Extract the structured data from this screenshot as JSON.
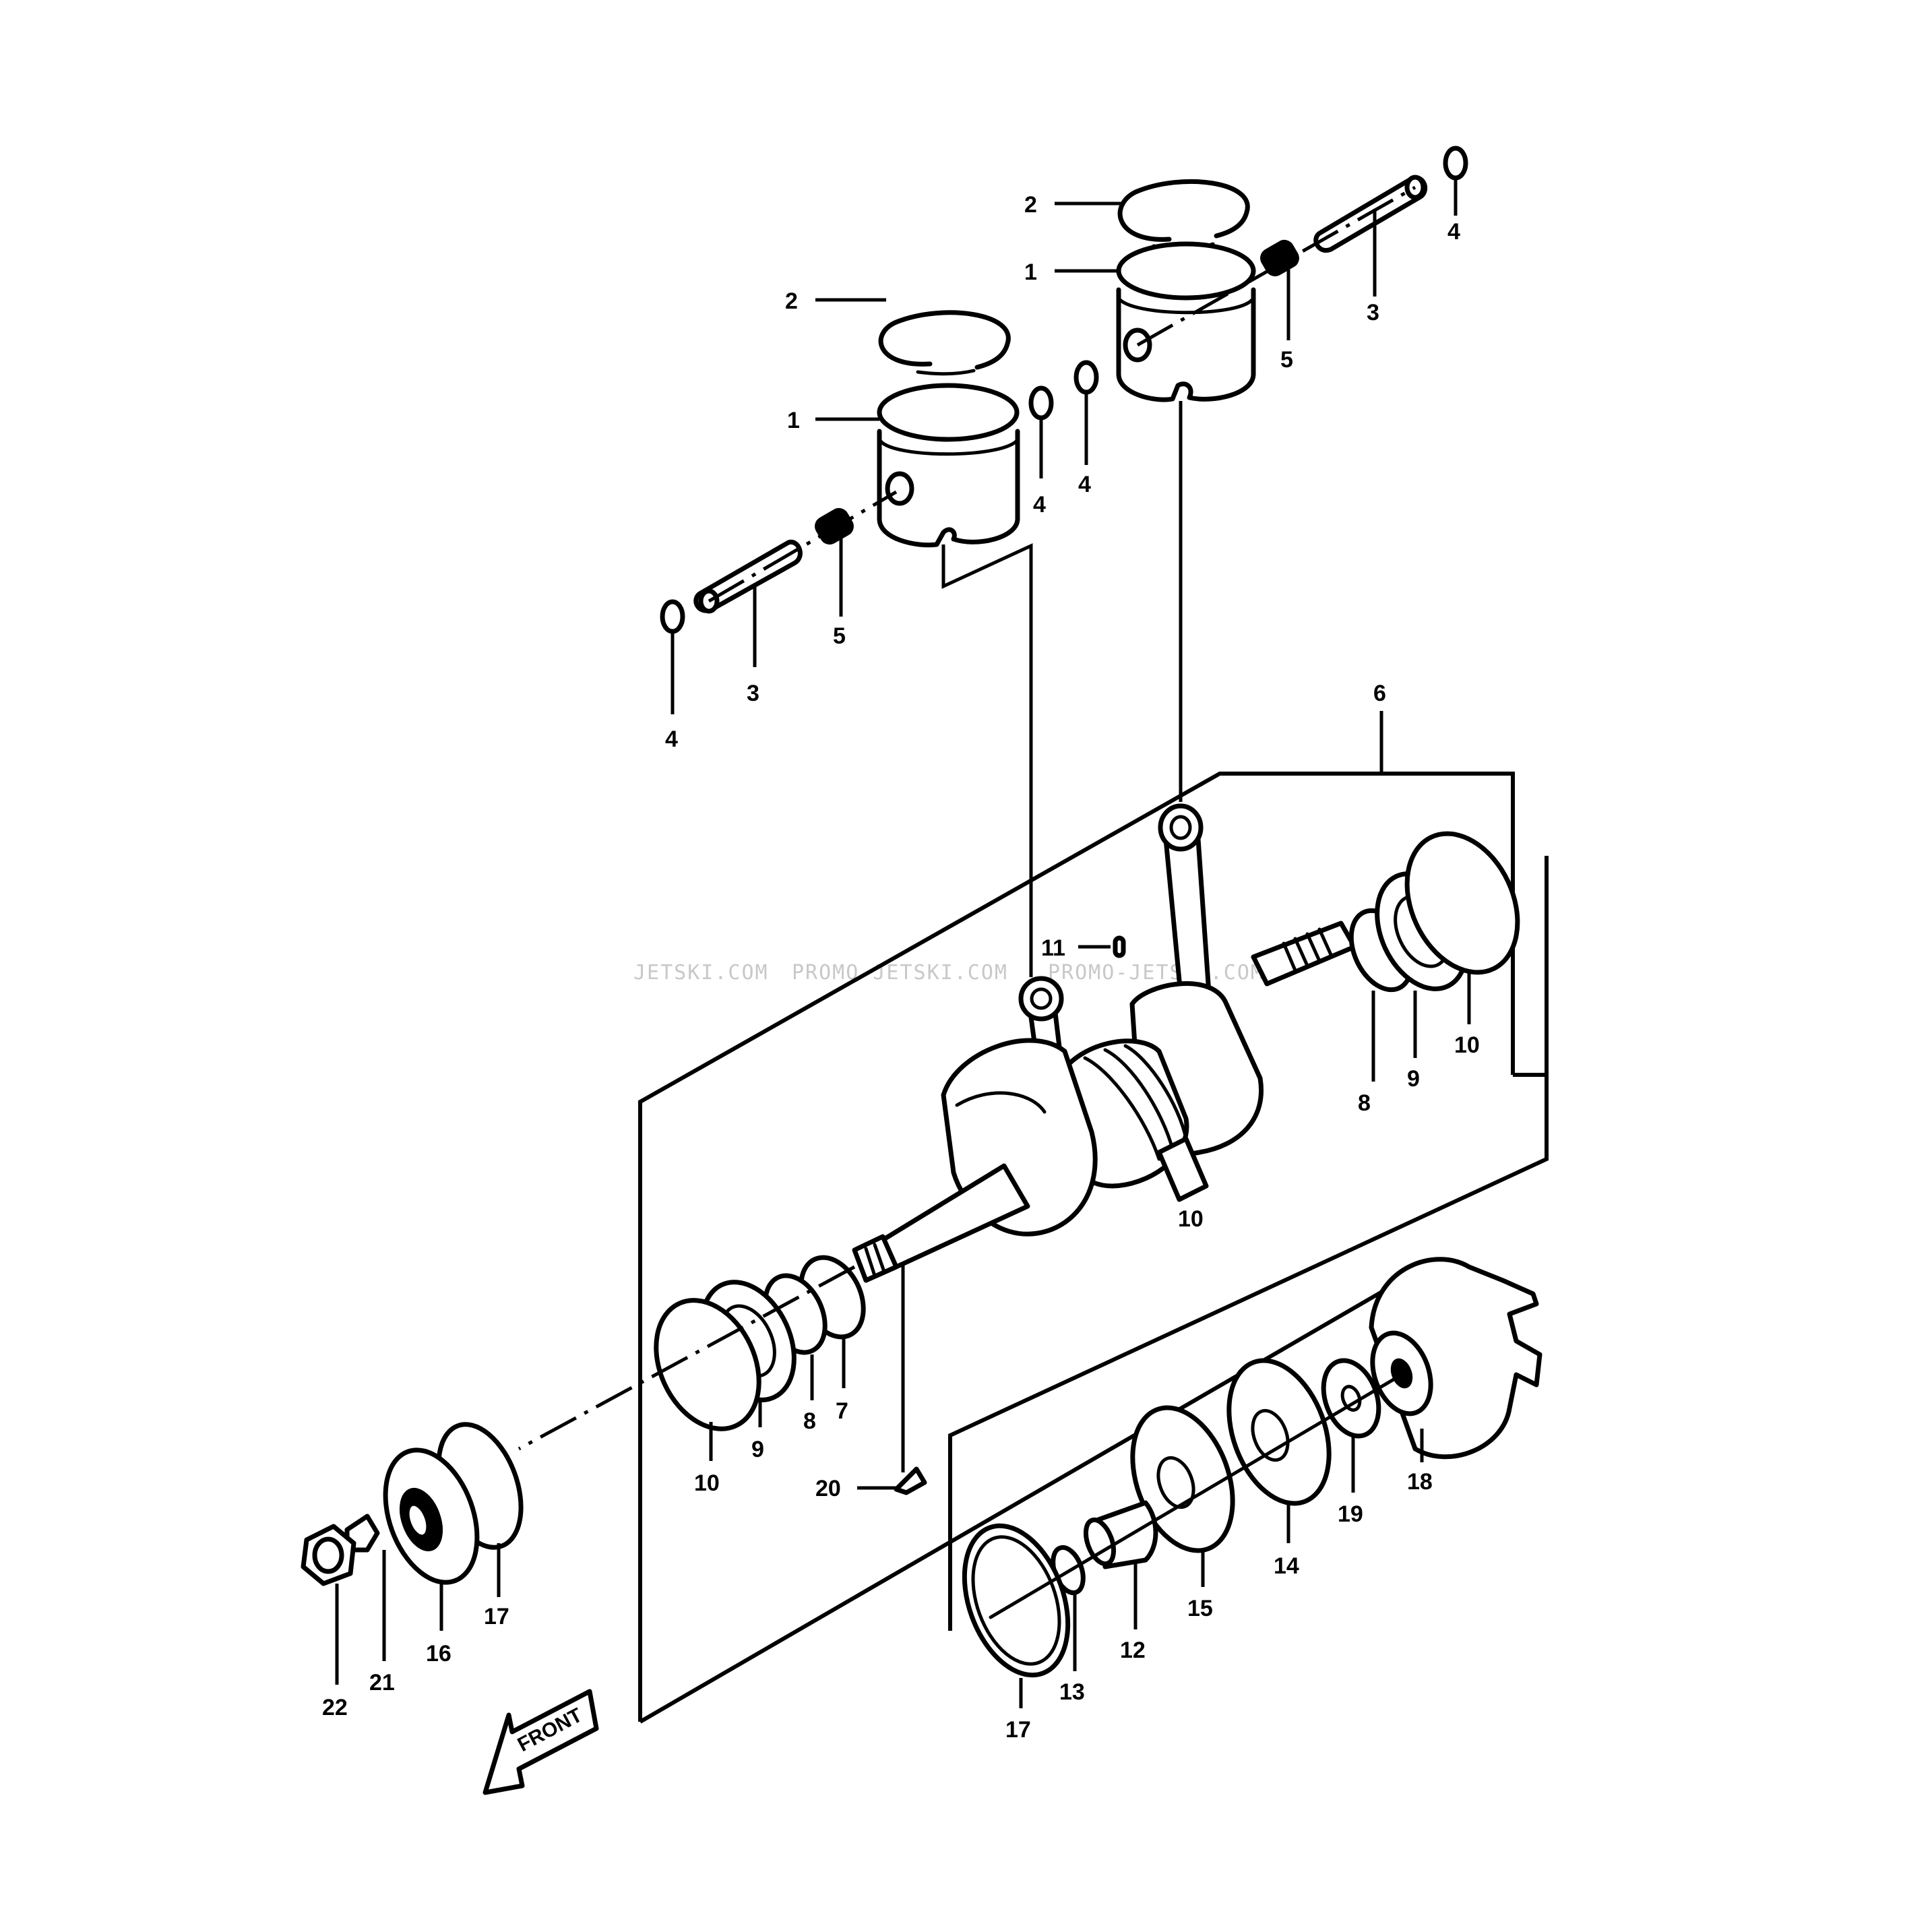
{
  "watermark": {
    "text_1": "JETSKI.COM",
    "text_2": "PROMO-JETSKI.COM",
    "text_3": "PROMO-JETSKI.COM"
  },
  "direction_arrow": {
    "label": "FRONT"
  },
  "callouts": {
    "c1a": "1",
    "c1b": "1",
    "c2a": "2",
    "c2b": "2",
    "c3a": "3",
    "c3b": "3",
    "c4a": "4",
    "c4b": "4",
    "c4c": "4",
    "c4d": "4",
    "c5a": "5",
    "c5b": "5",
    "c6": "6",
    "c7": "7",
    "c8a": "8",
    "c8b": "8",
    "c9a": "9",
    "c9b": "9",
    "c10a": "10",
    "c10b": "10",
    "c10c": "10",
    "c11": "11",
    "c12": "12",
    "c13": "13",
    "c14": "14",
    "c15": "15",
    "c16": "16",
    "c17a": "17",
    "c17b": "17",
    "c18": "18",
    "c19": "19",
    "c20": "20",
    "c21": "21",
    "c22": "22"
  }
}
